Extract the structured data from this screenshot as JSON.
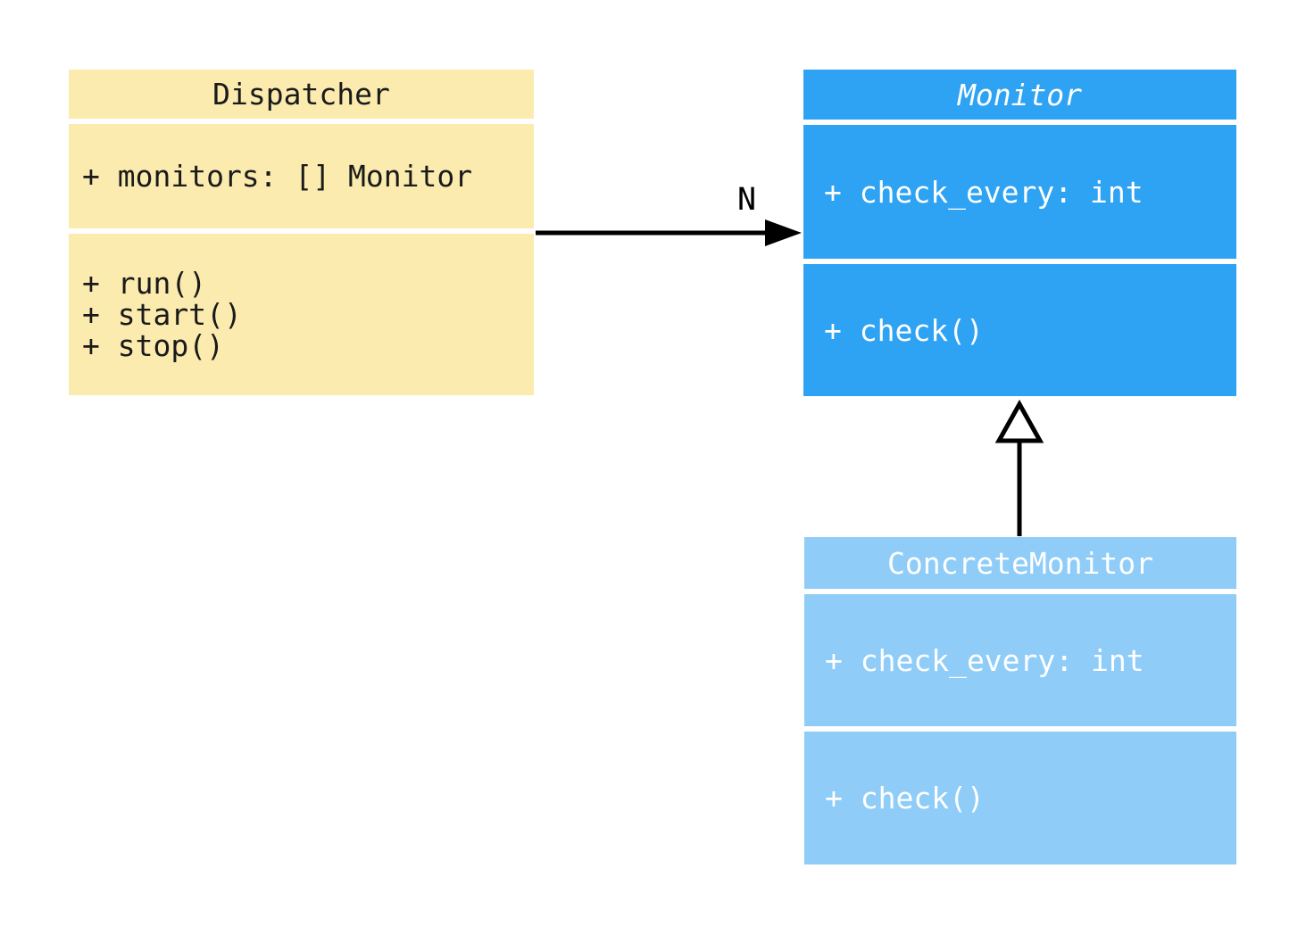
{
  "diagram": {
    "kind": "uml-class-diagram",
    "background": "#ffffff",
    "line_color": "#000000",
    "classes": [
      {
        "name": "Dispatcher",
        "abstract": false,
        "fill": "#fbebae",
        "text_color": "#1a1a1a",
        "attributes": [
          "+ monitors: [] Monitor"
        ],
        "methods": [
          "+ run()",
          "+ start()",
          "+ stop()"
        ]
      },
      {
        "name": "Monitor",
        "abstract": true,
        "fill": "#2fa3f3",
        "text_color": "#ffffff",
        "attributes": [
          "+ check_every: int"
        ],
        "methods": [
          "+ check()"
        ]
      },
      {
        "name": "ConcreteMonitor",
        "abstract": false,
        "fill": "#8fcdf8",
        "text_color": "#ffffff",
        "attributes": [
          "+ check_every: int"
        ],
        "methods": [
          "+ check()"
        ]
      }
    ],
    "relationships": [
      {
        "type": "association",
        "from": "Dispatcher",
        "to": "Monitor",
        "label": "N"
      },
      {
        "type": "generalization",
        "from": "ConcreteMonitor",
        "to": "Monitor",
        "label": ""
      }
    ]
  }
}
